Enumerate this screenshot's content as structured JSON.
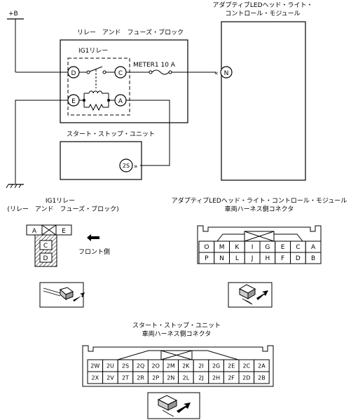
{
  "supply_label": "+B",
  "module_title_line1": "アダプティブLEDヘッド・ライト・",
  "module_title_line2": "コントロール・モジュール",
  "junction_box_title": "リレー　アンド　フューズ・ブロック",
  "relay_name": "IG1リレー",
  "fuse_label": "METER1 10 A",
  "ssu_title": "スタート・ストップ・ユニット",
  "terminals": {
    "D": "D",
    "C": "C",
    "E": "E",
    "A": "A",
    "N": "N",
    "2S": "2S"
  },
  "relay_view": {
    "title_line1": "IG1リレー",
    "title_line2": "(リレー　アンド　フューズ・ブロック)",
    "pins_top": [
      "A",
      "",
      "E"
    ],
    "pins_bottom": [
      "C",
      "D"
    ],
    "front_label": "フロント側"
  },
  "module_connector": {
    "title_line1": "アダプティブLEDヘッド・ライト・コントロール・モジュール",
    "title_line2": "車両ハーネス側コネクタ",
    "row1": [
      "O",
      "M",
      "K",
      "I",
      "G",
      "E",
      "C",
      "A"
    ],
    "row2": [
      "P",
      "N",
      "L",
      "J",
      "H",
      "F",
      "D",
      "B"
    ]
  },
  "ssu_connector": {
    "title_line1": "スタート・ストップ・ユニット",
    "title_line2": "車両ハーネス側コネクタ",
    "row1": [
      "2W",
      "2U",
      "2S",
      "2Q",
      "2O",
      "2M",
      "2K",
      "2I",
      "2G",
      "2E",
      "2C",
      "2A"
    ],
    "row2": [
      "2X",
      "2V",
      "2T",
      "2R",
      "2P",
      "2N",
      "2L",
      "2J",
      "2H",
      "2F",
      "2D",
      "2B"
    ]
  }
}
